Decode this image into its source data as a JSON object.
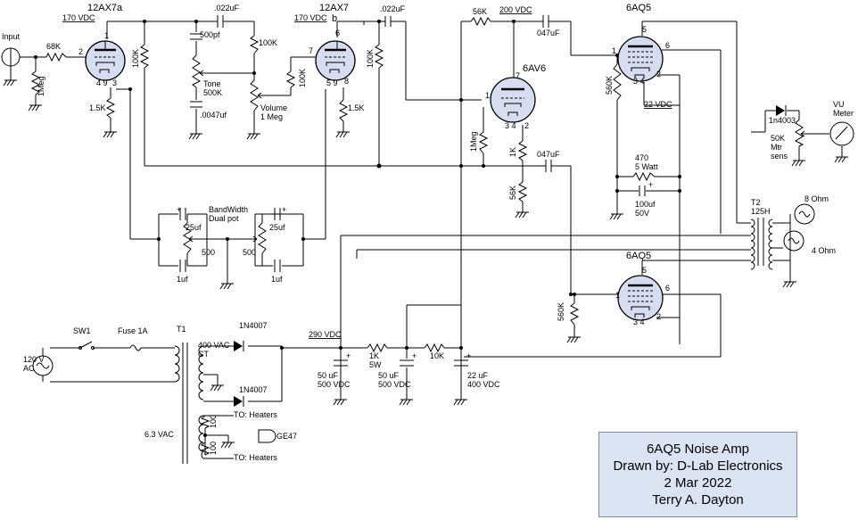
{
  "labels": {
    "input": "Input",
    "r_68k": "68K",
    "r_1meg_in": "1Meg",
    "tube_12ax7a": "12AX7a",
    "v170_a": "170 VDC",
    "pins_v1_plate": "1",
    "pins_v1_grid": "2",
    "pins_v1_bottom": "4  9",
    "pins_v1_cathode": "3",
    "r_1_5k_a": "1.5K",
    "r_100k_a": "100K",
    "c_022_a": ".022uF",
    "c_500pf": "500pf",
    "tone": "Tone\n500K",
    "c_0047": ".0047uf",
    "r_100k_b": "100K",
    "volume": "Volume\n1 Meg",
    "r_100k_c": "100K",
    "tube_12ax7": "12AX7",
    "v170_b": "170 VDC",
    "pin_b": "b",
    "pins_v2_plate": "6",
    "pins_v2_grid": "7",
    "pins_v2_bottom": "5  9",
    "pins_v2_cathode": "8",
    "r_1_5k_b": "1.5K",
    "c_022_b": ".022uF",
    "r_100k_d": "100K",
    "r_56k_top": "56K",
    "v200": "200 VDC",
    "c_047_top": "047uF",
    "tube_6av6": "6AV6",
    "pins_6av6_plate": "7",
    "pins_6av6_grid": "1",
    "pins_6av6_bottom": "3  4",
    "pins_6av6_cathode": "2",
    "r_1meg_6av6": "1Meg",
    "r_1k_6av6": "1K",
    "c_047_mid": "047uF",
    "r_56k_mid": "56K",
    "tube_6aq5_top": "6AQ5",
    "tube_6aq5_bottom": "6AQ5",
    "pins_aq5_5": "5",
    "pins_aq5_6": "6",
    "pins_aq5_1": "1",
    "pins_aq5_2": "2",
    "pins_aq5_34": "3  4",
    "r_560k_top": "560K",
    "r_560k_bot": "560K",
    "v22": "22 VDC",
    "r_470": "470\n5 Watt",
    "c_100uf": "100uf\n50V",
    "t2": "T2\n125H",
    "out_8": "8 Ohm",
    "out_4": "4 Ohm",
    "diode_1n4003": "1n4003",
    "mtr_sens": "50K\nMtr\nsens",
    "vu_meter": "VU\nMeter",
    "bandwidth": "BandWidth\nDual pot",
    "c_25uf_l": "25uf",
    "c_25uf_r": "25uf",
    "pot_500_l": "500",
    "pot_500_r": "500",
    "c_1uf_l": "1uf",
    "c_1uf_r": "1uf",
    "sw1": "SW1",
    "fuse": "Fuse 1A",
    "t1": "T1",
    "mains": "120 V\nAC",
    "vac400": "400 VAC\nCT",
    "d_1n4007_a": "1N4007",
    "d_1n4007_b": "1N4007",
    "v290": "290 VDC",
    "r_1k_5w": "1K\n5W",
    "r_10k": "10K",
    "c_50uf_a": "50 uF\n500 VDC",
    "c_50uf_b": "50 uF\n500 VDC",
    "c_22uf": "22 uF\n400 VDC",
    "vac6_3": "6.3 VAC",
    "heaters_a": "TO: Heaters",
    "heaters_b": "TO: Heaters",
    "r_100_a": "100",
    "r_100_b": "100",
    "ge47": "GE47"
  },
  "title_block": {
    "line1": "6AQ5 Noise Amp",
    "line2": "Drawn by: D-Lab Electronics",
    "line3": "2 Mar 2022",
    "line4": "Terry A. Dayton"
  }
}
